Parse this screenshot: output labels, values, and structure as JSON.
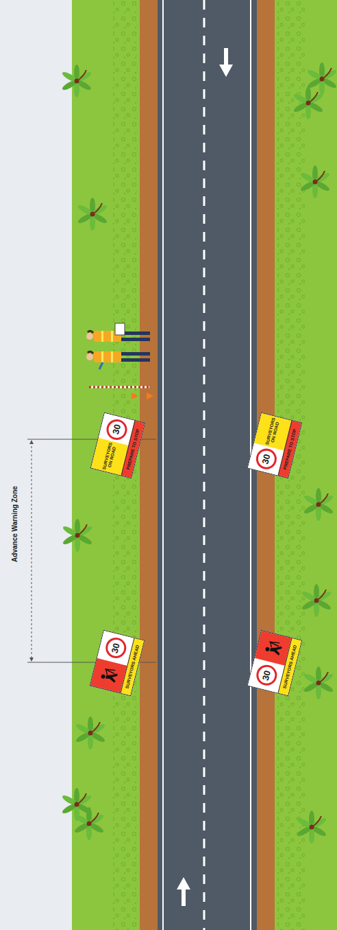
{
  "diagram": {
    "nodes": [
      {
        "text": [
          "30",
          "SURVEYORS ON ROAD",
          "PREPARE TO STOP"
        ]
      },
      {
        "text": [
          "30",
          "SURVEYORS ON ROAD",
          "PREPARE TO STOP"
        ]
      },
      {
        "text": [
          "30",
          "SURVEYORS AHEAD"
        ]
      },
      {
        "text": [
          "30",
          "SURVEYORS AHEAD"
        ]
      }
    ],
    "labels": [
      "Advance Warning Zone"
    ]
  }
}
